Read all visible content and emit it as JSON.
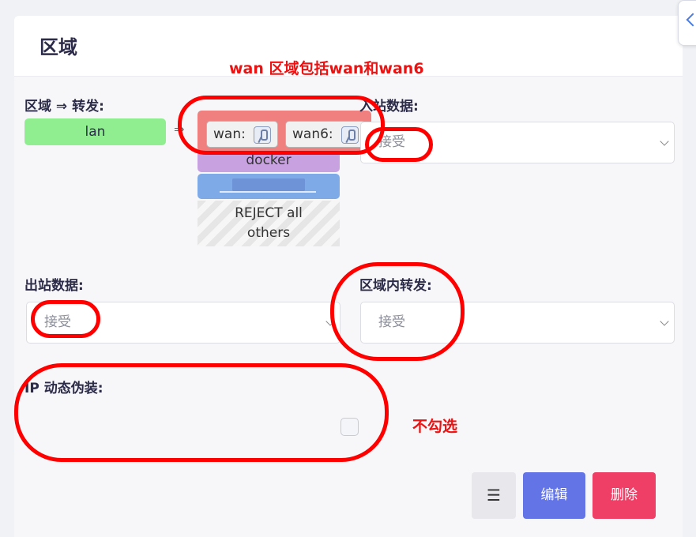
{
  "card": {
    "title": "区域"
  },
  "annotations": {
    "top_note": "wan 区域包括wan和wan6",
    "checkbox_note": "不勾选"
  },
  "forwarding": {
    "label": "区域 ⇒ 转发:",
    "source_zone": "lan",
    "arrow": "⇒",
    "dest_zones": {
      "wan_chips": [
        {
          "label": "wan:"
        },
        {
          "label": "wan6:"
        }
      ],
      "docker": "docker",
      "reject_line1": "REJECT all",
      "reject_line2": "others"
    }
  },
  "inbound": {
    "label": "入站数据:",
    "value": "接受"
  },
  "outbound": {
    "label": "出站数据:",
    "value": "接受"
  },
  "intra_zone": {
    "label": "区域内转发:",
    "value": "接受"
  },
  "masquerade": {
    "label": "IP 动态伪装:",
    "checked": false
  },
  "buttons": {
    "menu": "☰",
    "edit": "编辑",
    "delete": "删除"
  },
  "colors": {
    "lan": "#90ee90",
    "wan": "#f08080",
    "docker": "#c8a2e0",
    "hidden_zone": "#7faae8",
    "edit_button": "#6375e6",
    "delete_button": "#ef3f66",
    "annotation": "#ff0000"
  },
  "icons": {
    "side_tab": "chevron-left-icon",
    "chip": "plug-icon",
    "menu": "menu-icon"
  }
}
